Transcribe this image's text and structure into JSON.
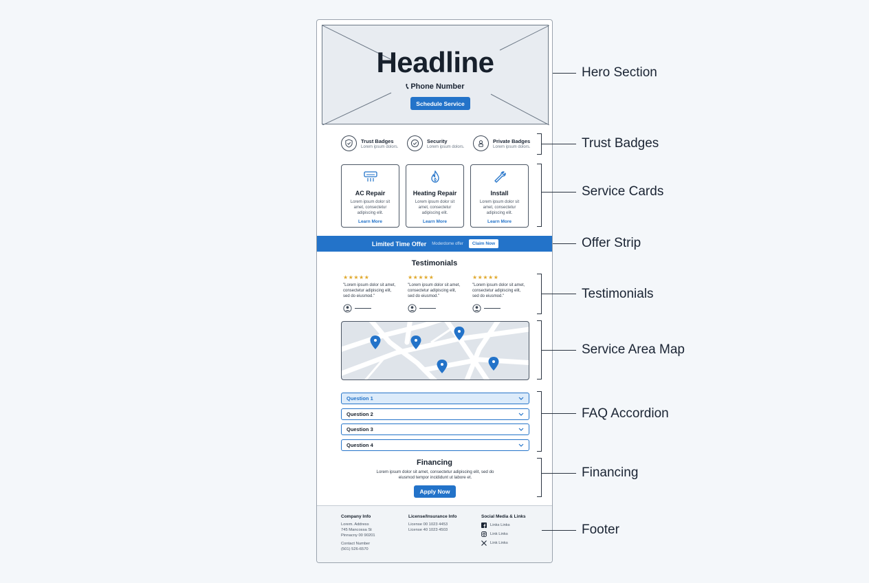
{
  "hero": {
    "headline": "Headline",
    "phone": "Phone Number",
    "cta": "Schedule Service"
  },
  "trust_badges": [
    {
      "title": "Trust Badges",
      "sub": "Lorem ipsum dolors.",
      "icon": "shield-icon"
    },
    {
      "title": "Security",
      "sub": "Lorem ipsum dolors.",
      "icon": "check-circle-icon"
    },
    {
      "title": "Private Badges",
      "sub": "Lorem ipsum dolors.",
      "icon": "user-lock-icon"
    }
  ],
  "services": [
    {
      "title": "AC Repair",
      "desc": "Lorem ipsum dolor sit amet, consectetur adipiscing elit.",
      "link": "Learn More",
      "icon": "ac-unit-icon"
    },
    {
      "title": "Heating Repair",
      "desc": "Lorem ipsum dolor sit amet, consectetur adipiscing elit.",
      "link": "Learn More",
      "icon": "flame-icon"
    },
    {
      "title": "Install",
      "desc": "Lorem ipsum dolor sit amet, consectetur adipiscing elit.",
      "link": "Learn More",
      "icon": "wrench-icon"
    }
  ],
  "offer": {
    "title": "Limited Time Offer",
    "sub": "Moderdome offer",
    "cta": "Claim Now"
  },
  "testimonials": {
    "title": "Testimonials",
    "stars": "★★★★★",
    "items": [
      {
        "quote": "\"Lorem ipsum dolor sit amet, consectetur adipiscing elit, sed do eiusmod.\""
      },
      {
        "quote": "\"Lorem ipsum dolor sit amet, consectetur adipiscing elit, sed do eiusmod.\""
      },
      {
        "quote": "\"Lorem ipsum dolor sit amet, consectetur adipiscing elit, sed do eiusmod.\""
      }
    ]
  },
  "faq": [
    {
      "label": "Question 1",
      "open": true
    },
    {
      "label": "Question 2",
      "open": false
    },
    {
      "label": "Question 3",
      "open": false
    },
    {
      "label": "Question 4",
      "open": false
    }
  ],
  "financing": {
    "title": "Financing",
    "desc": "Lorem ipsum dolor sit amet, consectetur adipiscing elit, sed do eiusmod tempor incididunt ut labore et.",
    "cta": "Apply Now"
  },
  "footer": {
    "company_head": "Company Info",
    "company_lines": "Lorem. Address\n745 Mancossa St\nPinnacny 00 90201",
    "contact": "Contact Number\n(501) 526-6570",
    "license_head": "License/Insurance Info",
    "license_lines": "License 00 1023 4453\nLicense 40 1023 4503",
    "social_head": "Social Media & Links",
    "social": [
      {
        "icon": "facebook-icon",
        "label": "Links Links"
      },
      {
        "icon": "instagram-icon",
        "label": "Link Links"
      },
      {
        "icon": "x-logo-icon",
        "label": "Link Links"
      }
    ]
  },
  "annotations": [
    "Hero Section",
    "Trust Badges",
    "Service Cards",
    "Offer Strip",
    "Testimonials",
    "Service Area Map",
    "FAQ Accordion",
    "Financing",
    "Footer"
  ],
  "colors": {
    "accent": "#2373c9",
    "star": "#e0a92e",
    "background": "#f4f7fa"
  }
}
